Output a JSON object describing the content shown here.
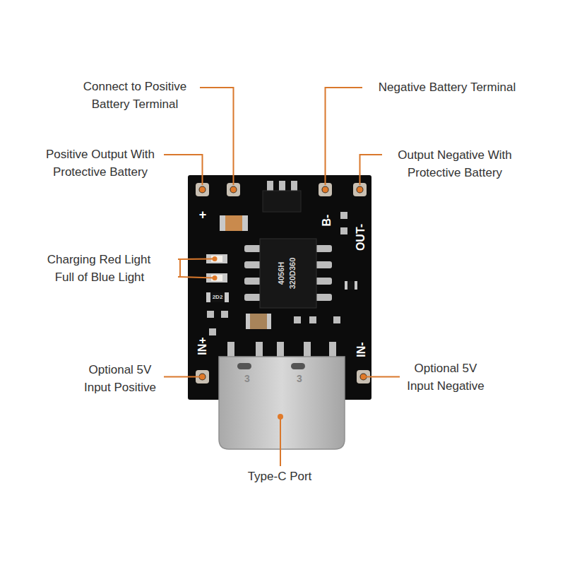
{
  "diagram": {
    "labels": [
      "Connect to Positive Battery Terminal",
      "Negative Battery Terminal",
      "Positive Output With Protective Battery",
      "Output Negative With Protective Battery",
      "+",
      "B-",
      "OUT-",
      "Charging Red Light",
      "Full of Blue Light",
      "4056H",
      "320D360",
      "2D2",
      "IN+",
      "IN-",
      "Optional 5V Input Positive",
      "Optional 5V Input Negative",
      "3",
      "3",
      "Type-C Port"
    ]
  }
}
